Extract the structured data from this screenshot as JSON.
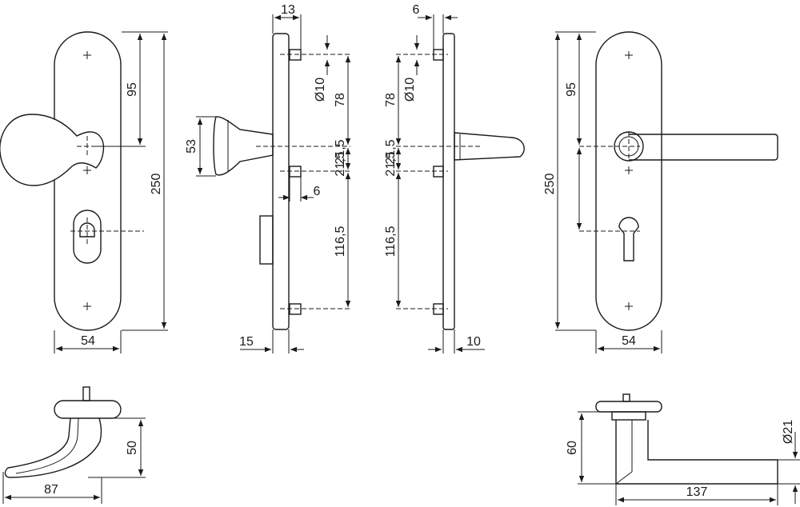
{
  "dimensions": {
    "front_left": {
      "pitch": "95",
      "length": "250",
      "width": "54",
      "knob_height": "53"
    },
    "side_left": {
      "pin_offset": "13",
      "hole_dia": "Ø10",
      "top_to_center": "78",
      "center_offset": "21,5",
      "pin_width": "6",
      "lower": "116,5",
      "plate_thickness": "15"
    },
    "side_right": {
      "pin_offset": "6",
      "hole_dia": "Ø10",
      "top_to_center": "78",
      "center_offset": "21,5",
      "lower": "116,5",
      "plate_thickness": "10"
    },
    "front_right": {
      "pitch": "95",
      "length": "250",
      "width": "54"
    },
    "bottom_left": {
      "height": "50",
      "reach": "87"
    },
    "bottom_right": {
      "height": "60",
      "diameter": "Ø21",
      "reach": "137"
    }
  }
}
